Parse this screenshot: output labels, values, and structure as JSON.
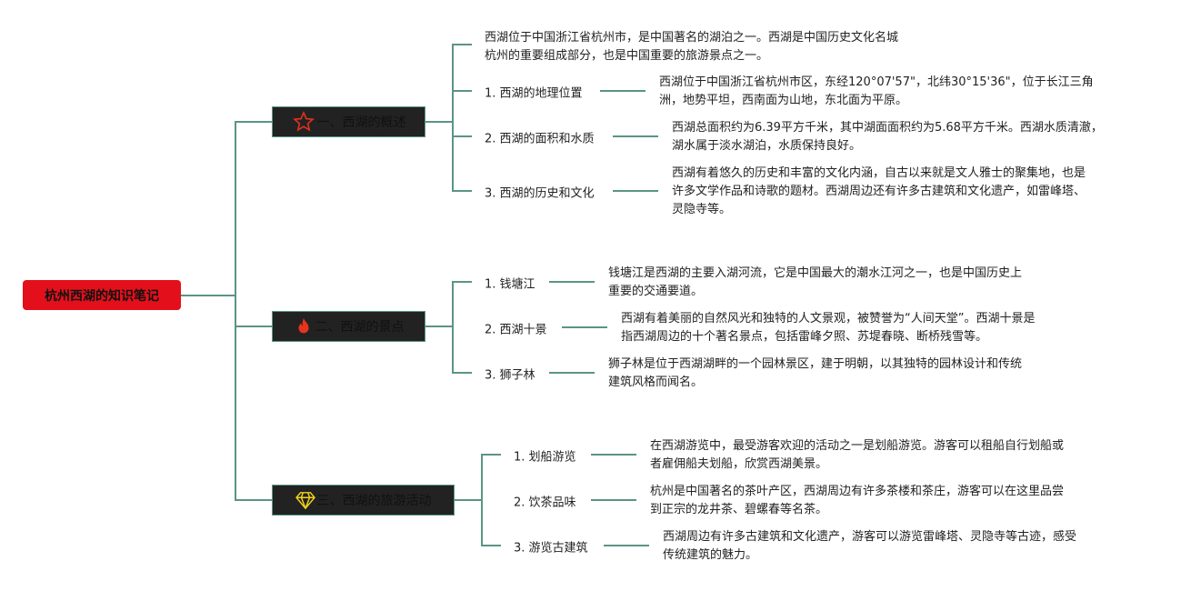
{
  "root": "杭州西湖的知识笔记",
  "sections": [
    {
      "title": "一、西湖的概述",
      "icon": "star-icon",
      "intro": [
        "西湖位于中国浙江省杭州市，是中国著名的湖泊之一。西湖是中国历史文化名城",
        "杭州的重要组成部分，也是中国重要的旅游景点之一。"
      ],
      "items": [
        {
          "label": "1. 西湖的地理位置",
          "text": [
            "西湖位于中国浙江省杭州市区，东经120°07'57\"，北纬30°15'36\"，位于长江三角",
            "洲，地势平坦，西南面为山地，东北面为平原。"
          ]
        },
        {
          "label": "2. 西湖的面积和水质",
          "text": [
            "西湖总面积约为6.39平方千米，其中湖面面积约为5.68平方千米。西湖水质清澈，",
            "湖水属于淡水湖泊，水质保持良好。"
          ]
        },
        {
          "label": "3. 西湖的历史和文化",
          "text": [
            "西湖有着悠久的历史和丰富的文化内涵，自古以来就是文人雅士的聚集地，也是",
            "许多文学作品和诗歌的题材。西湖周边还有许多古建筑和文化遗产，如雷峰塔、",
            "灵隐寺等。"
          ]
        }
      ]
    },
    {
      "title": "二、西湖的景点",
      "icon": "fire-icon",
      "items": [
        {
          "label": "1. 钱塘江",
          "text": [
            "钱塘江是西湖的主要入湖河流，它是中国最大的潮水江河之一，也是中国历史上",
            "重要的交通要道。"
          ]
        },
        {
          "label": "2. 西湖十景",
          "text": [
            "西湖有着美丽的自然风光和独特的人文景观，被赞誉为“人间天堂”。西湖十景是",
            "指西湖周边的十个著名景点，包括雷峰夕照、苏堤春晓、断桥残雪等。"
          ]
        },
        {
          "label": "3. 狮子林",
          "text": [
            "狮子林是位于西湖湖畔的一个园林景区，建于明朝，以其独特的园林设计和传统",
            "建筑风格而闻名。"
          ]
        }
      ]
    },
    {
      "title": "三、西湖的旅游活动",
      "icon": "diamond-icon",
      "items": [
        {
          "label": "1. 划船游览",
          "text": [
            "在西湖游览中，最受游客欢迎的活动之一是划船游览。游客可以租船自行划船或",
            "者雇佣船夫划船，欣赏西湖美景。"
          ]
        },
        {
          "label": "2. 饮茶品味",
          "text": [
            "杭州是中国著名的茶叶产区，西湖周边有许多茶楼和茶庄，游客可以在这里品尝",
            "到正宗的龙井茶、碧螺春等名茶。"
          ]
        },
        {
          "label": "3. 游览古建筑",
          "text": [
            "西湖周边有许多古建筑和文化遗产，游客可以游览雷峰塔、灵隐寺等古迹，感受",
            "传统建筑的魅力。"
          ]
        }
      ]
    }
  ],
  "colors": {
    "root": "#e3101b",
    "line": "#5b9486",
    "section_bg": "#222222"
  }
}
